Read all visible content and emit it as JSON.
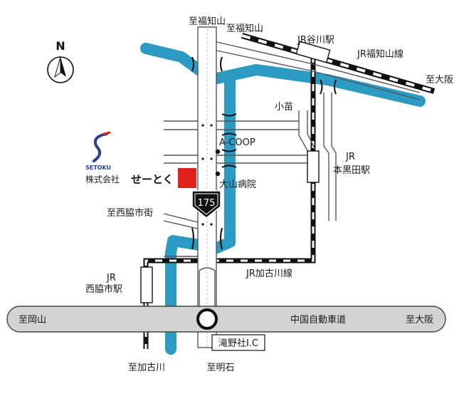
{
  "colors": {
    "river": "#2b9bc4",
    "rail": "#111111",
    "road_fill": "#ffffff",
    "road_stroke": "#555555",
    "expressway": "#d3d3d3",
    "company": "#e0201b",
    "logo": "#2a3f8f",
    "logo_accent": "#e0201b"
  },
  "compass": {
    "label": "N",
    "icon": "north-arrow-icon"
  },
  "roads": {
    "to_fukuchiyama_top": "至福知山",
    "to_fukuchiyama_rail": "至福知山",
    "to_osaka_rail": "至大阪",
    "to_nishiwaki_city": "至西脇市街",
    "to_kakogawa": "至加古川",
    "to_akashi": "至明石",
    "route_number": "175"
  },
  "expressway": {
    "name": "中国自動車道",
    "to_okayama": "至岡山",
    "to_osaka": "至大阪",
    "interchange": "滝野社I.C"
  },
  "railways": {
    "jr_fukuchiyama_line": "JR福知山線",
    "jr_tanikawa_station": "JR谷川駅",
    "jr_kakogawa_line": "JR加古川線",
    "jr_label_1": "JR",
    "motokuroda_station": "本黒田駅",
    "jr_label_2": "JR",
    "nishiwakishi_station": "西脇市駅"
  },
  "landmarks": {
    "konae": "小苗",
    "a_coop": "A-COOP",
    "oyama_hospital": "大山病院",
    "river": "加古川"
  },
  "company": {
    "logo_text": "SETOKU",
    "legal_form": "株式会社",
    "brand": "せーとく"
  }
}
